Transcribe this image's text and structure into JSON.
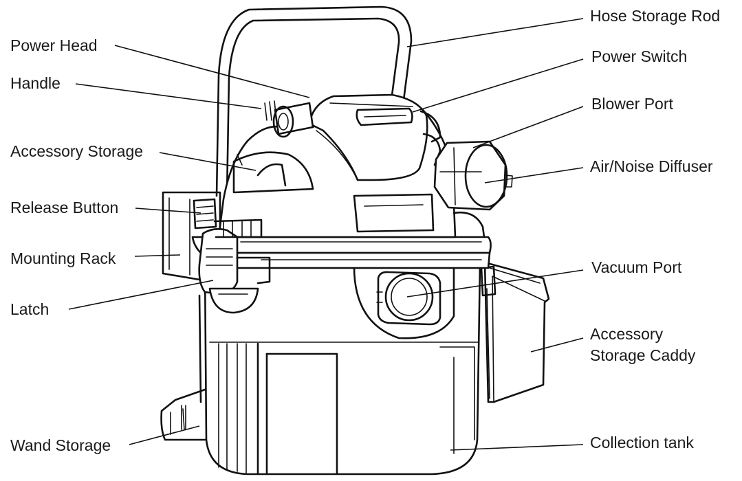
{
  "labels": {
    "hose_storage_rod": "Hose Storage Rod",
    "power_head": "Power Head",
    "power_switch": "Power Switch",
    "handle": "Handle",
    "blower_port": "Blower Port",
    "accessory_storage": "Accessory Storage",
    "air_noise_diffuser": "Air/Noise Diffuser",
    "release_button": "Release Button",
    "mounting_rack": "Mounting Rack",
    "vacuum_port": "Vacuum Port",
    "latch": "Latch",
    "accessory_storage_caddy_line1": "Accessory",
    "accessory_storage_caddy_line2": "Storage Caddy",
    "wand_storage": "Wand Storage",
    "collection_tank": "Collection tank"
  }
}
